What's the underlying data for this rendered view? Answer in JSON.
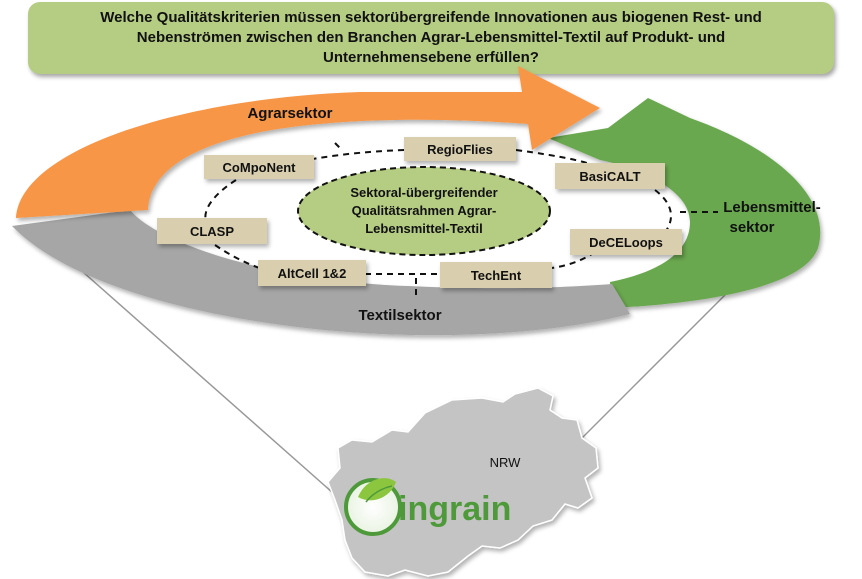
{
  "question": "Welche Qualitätskriterien müssen sektorübergreifende Innovationen aus biogenen Rest- und Nebenströmen zwischen den Branchen Agrar-Lebensmittel-Textil auf Produkt- und Unternehmensebene erfüllen?",
  "sectors": {
    "agrar": "Agrarsektor",
    "lebensmittel_line1": "Lebensmittel-",
    "lebensmittel_line2": "sektor",
    "textil": "Textilsektor"
  },
  "center": {
    "line1": "Sektoral-übergreifender",
    "line2": "Qualitätsrahmen Agrar-",
    "line3": "Lebensmittel-Textil"
  },
  "projects": [
    "RegioFlies",
    "CoMpoNent",
    "BasiCALT",
    "CLASP",
    "DeCELoops",
    "AltCell 1&2",
    "TechEnt"
  ],
  "map": {
    "region_label": "NRW",
    "logo_text": "ingrain"
  },
  "colors": {
    "banner": "#b5cc83",
    "agrar": "#f79646",
    "lebensmittel": "#6aa84f",
    "textil": "#a6a6a6",
    "project_box": "#d9cfae",
    "center_ellipse": "#b5cc83",
    "map": "#c4c4c4",
    "logo_green": "#4e9a3a"
  }
}
